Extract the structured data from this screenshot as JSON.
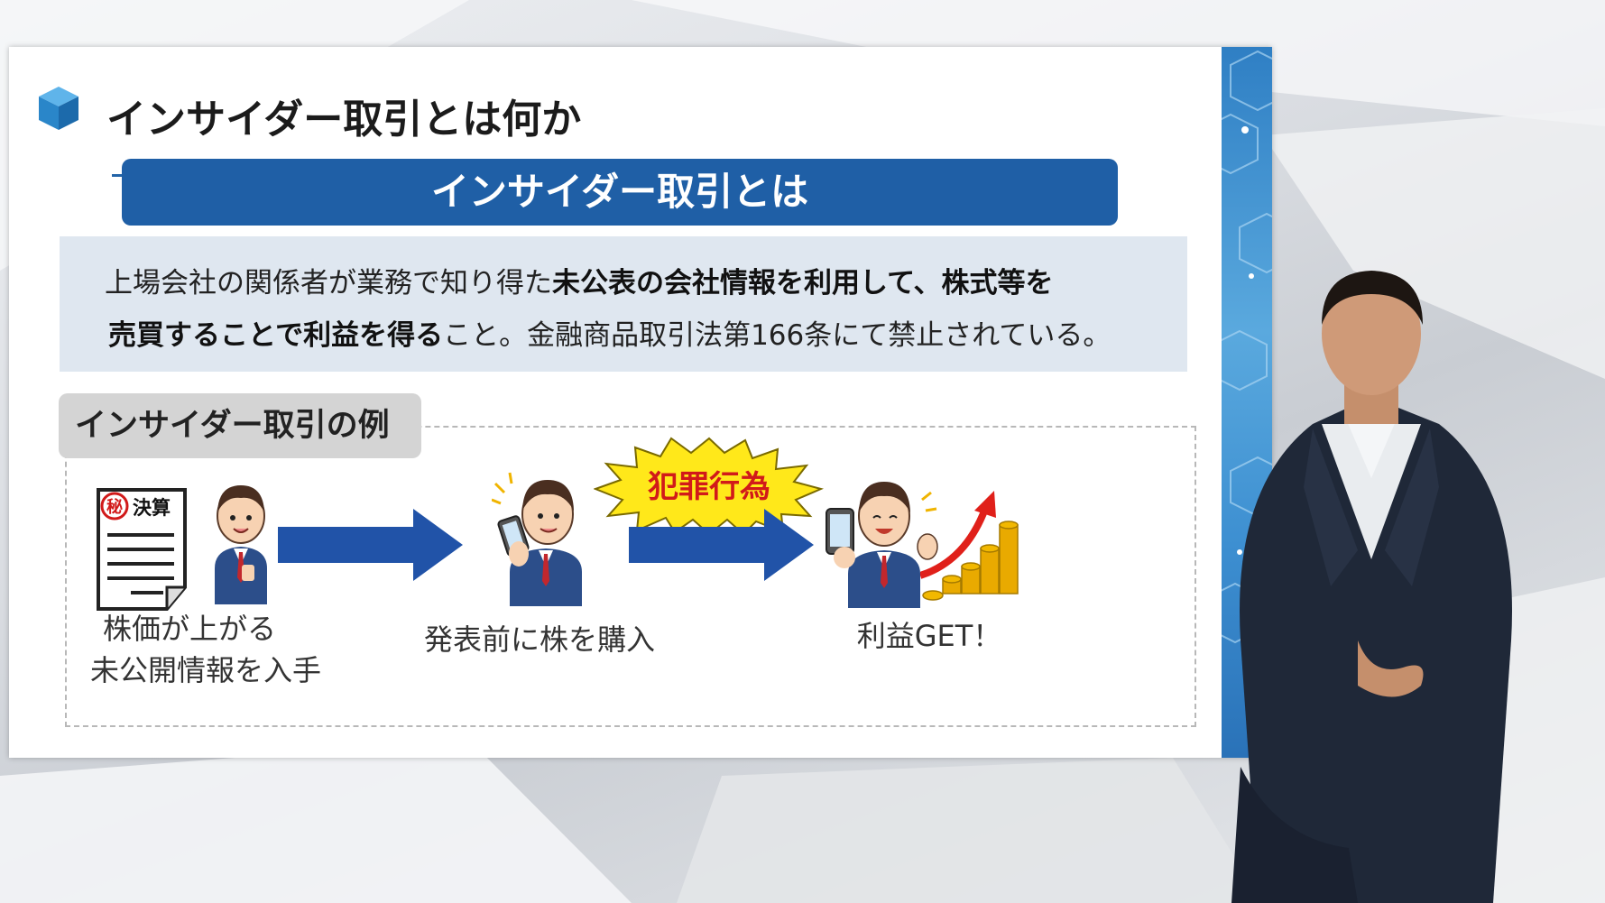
{
  "slide": {
    "title": "インサイダー取引とは何か",
    "definition_heading": "インサイダー取引とは",
    "definition": {
      "line1_plain": "上場会社の関係者が業務で知り得た",
      "line1_bold": "未公表の会社情報を利用して、株式等を",
      "line2_bold": "売買することで利益を得る",
      "line2_plain": "こと。金融商品取引法第166条にて禁止されている。"
    },
    "example_tag": "インサイダー取引の例",
    "document_stamp": "秘",
    "document_label": "決算",
    "crime_label": "犯罪行為",
    "steps": [
      {
        "caption_line1": "株価が上がる",
        "caption_line2": "未公開情報を入手"
      },
      {
        "caption_line1": "発表前に株を購入"
      },
      {
        "caption_line1": "利益GET！"
      }
    ]
  },
  "colors": {
    "accent_blue": "#1f5fa6",
    "arrow_blue": "#2153a8",
    "crime_red": "#d11a1a",
    "burst_yellow": "#ffe81a",
    "definition_bg": "#dfe7f0",
    "tag_bg": "#d4d4d4"
  }
}
